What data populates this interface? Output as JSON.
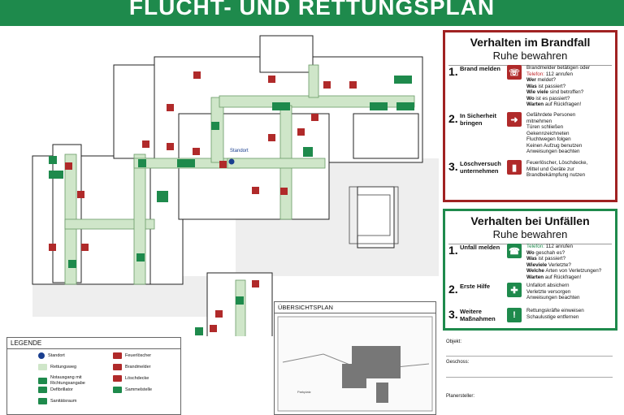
{
  "title": "FLUCHT- UND RETTUNGSPLAN",
  "plan": {
    "standort_label": "Standort"
  },
  "fire": {
    "title": "Verhalten im Brandfall",
    "subtitle": "Ruhe bewahren",
    "steps": [
      {
        "num": "1.",
        "label": "Brand melden",
        "icon": "alarm-icon",
        "lines": [
          {
            "t": "Brandmelder betätigen oder"
          },
          {
            "t": "Telefon:",
            "red": true,
            "rest": " 112 anrufen"
          },
          {
            "t": "Wer",
            "b": true,
            "rest": " meldet?"
          },
          {
            "t": "Was",
            "b": true,
            "rest": " ist passiert?"
          },
          {
            "t": "Wie viele",
            "b": true,
            "rest": " sind betroffen?"
          },
          {
            "t": "Wo",
            "b": true,
            "rest": " ist es passiert?"
          },
          {
            "t": "Warten",
            "b": true,
            "rest": " auf Rückfragen!"
          }
        ]
      },
      {
        "num": "2.",
        "label": "In Sicherheit bringen",
        "icon": "exit-icon",
        "lines": [
          {
            "t": "Gefährdete Personen"
          },
          {
            "t": "mitnehmen"
          },
          {
            "t": "Türen schließen"
          },
          {
            "t": "Gekennzeichneten"
          },
          {
            "t": "Fluchtwegen folgen"
          },
          {
            "t": "Keinen Aufzug benutzen"
          },
          {
            "t": "Anweisungen beachten"
          }
        ]
      },
      {
        "num": "3.",
        "label": "Löschversuch unternehmen",
        "icon": "extinguisher-icon",
        "lines": [
          {
            "t": "Feuerlöscher, Löschdecke,"
          },
          {
            "t": "Mittel und Geräte zur"
          },
          {
            "t": "Brandbekämpfung nutzen"
          }
        ]
      }
    ]
  },
  "accident": {
    "title": "Verhalten bei Unfällen",
    "subtitle": "Ruhe bewahren",
    "steps": [
      {
        "num": "1.",
        "label": "Unfall melden",
        "icon": "phone-icon",
        "lines": [
          {
            "t": "Telefon:",
            "green": true,
            "rest": " 112 anrufen"
          },
          {
            "t": "Wo",
            "b": true,
            "rest": " geschah es?"
          },
          {
            "t": "Was",
            "b": true,
            "rest": " ist passiert?"
          },
          {
            "t": "Wieviele",
            "b": true,
            "rest": " Verletzte?"
          },
          {
            "t": "Welche",
            "b": true,
            "rest": " Arten von Verletzungen?"
          },
          {
            "t": "Warten",
            "b": true,
            "rest": " auf Rückfragen!"
          }
        ]
      },
      {
        "num": "2.",
        "label": "Erste Hilfe",
        "icon": "first-aid-icon",
        "lines": [
          {
            "t": "Unfallort absichern"
          },
          {
            "t": "Verletzte versorgen"
          },
          {
            "t": "Anweisungen beachten"
          }
        ]
      },
      {
        "num": "3.",
        "label": "Weitere Maßnahmen",
        "icon": "info-icon",
        "lines": [
          {
            "t": "Rettungskräfte einweisen"
          },
          {
            "t": "Schaulustige entfernen"
          }
        ]
      }
    ]
  },
  "legend": {
    "title": "LEGENDE",
    "items": [
      {
        "label": "Standort",
        "icon": "location-dot-icon"
      },
      {
        "label": "Feuerlöscher",
        "icon": "extinguisher-icon"
      },
      {
        "label": "Rettungsweg",
        "icon": "escape-route-icon"
      },
      {
        "label": "Brandmelder",
        "icon": "fire-alarm-icon"
      },
      {
        "label": "Notausgang mit Richtungsangabe",
        "icon": "emergency-exit-icon"
      },
      {
        "label": "Löschdecke",
        "icon": "fire-blanket-icon"
      },
      {
        "label": "Defibrillator",
        "icon": "defibrillator-icon"
      },
      {
        "label": "Sammelstelle",
        "icon": "assembly-point-icon"
      },
      {
        "label": "Sanitätsraum",
        "icon": "first-aid-room-icon"
      }
    ]
  },
  "overview": {
    "title": "ÜBERSICHTSPLAN",
    "building_label": "Parkplatz"
  },
  "meta": {
    "object": "Objekt:",
    "floor": "Geschoss:",
    "creator": "Planersteller:"
  },
  "colors": {
    "green": "#1e8a4c",
    "red": "#b02a2a",
    "route": "#cfe6c9"
  }
}
